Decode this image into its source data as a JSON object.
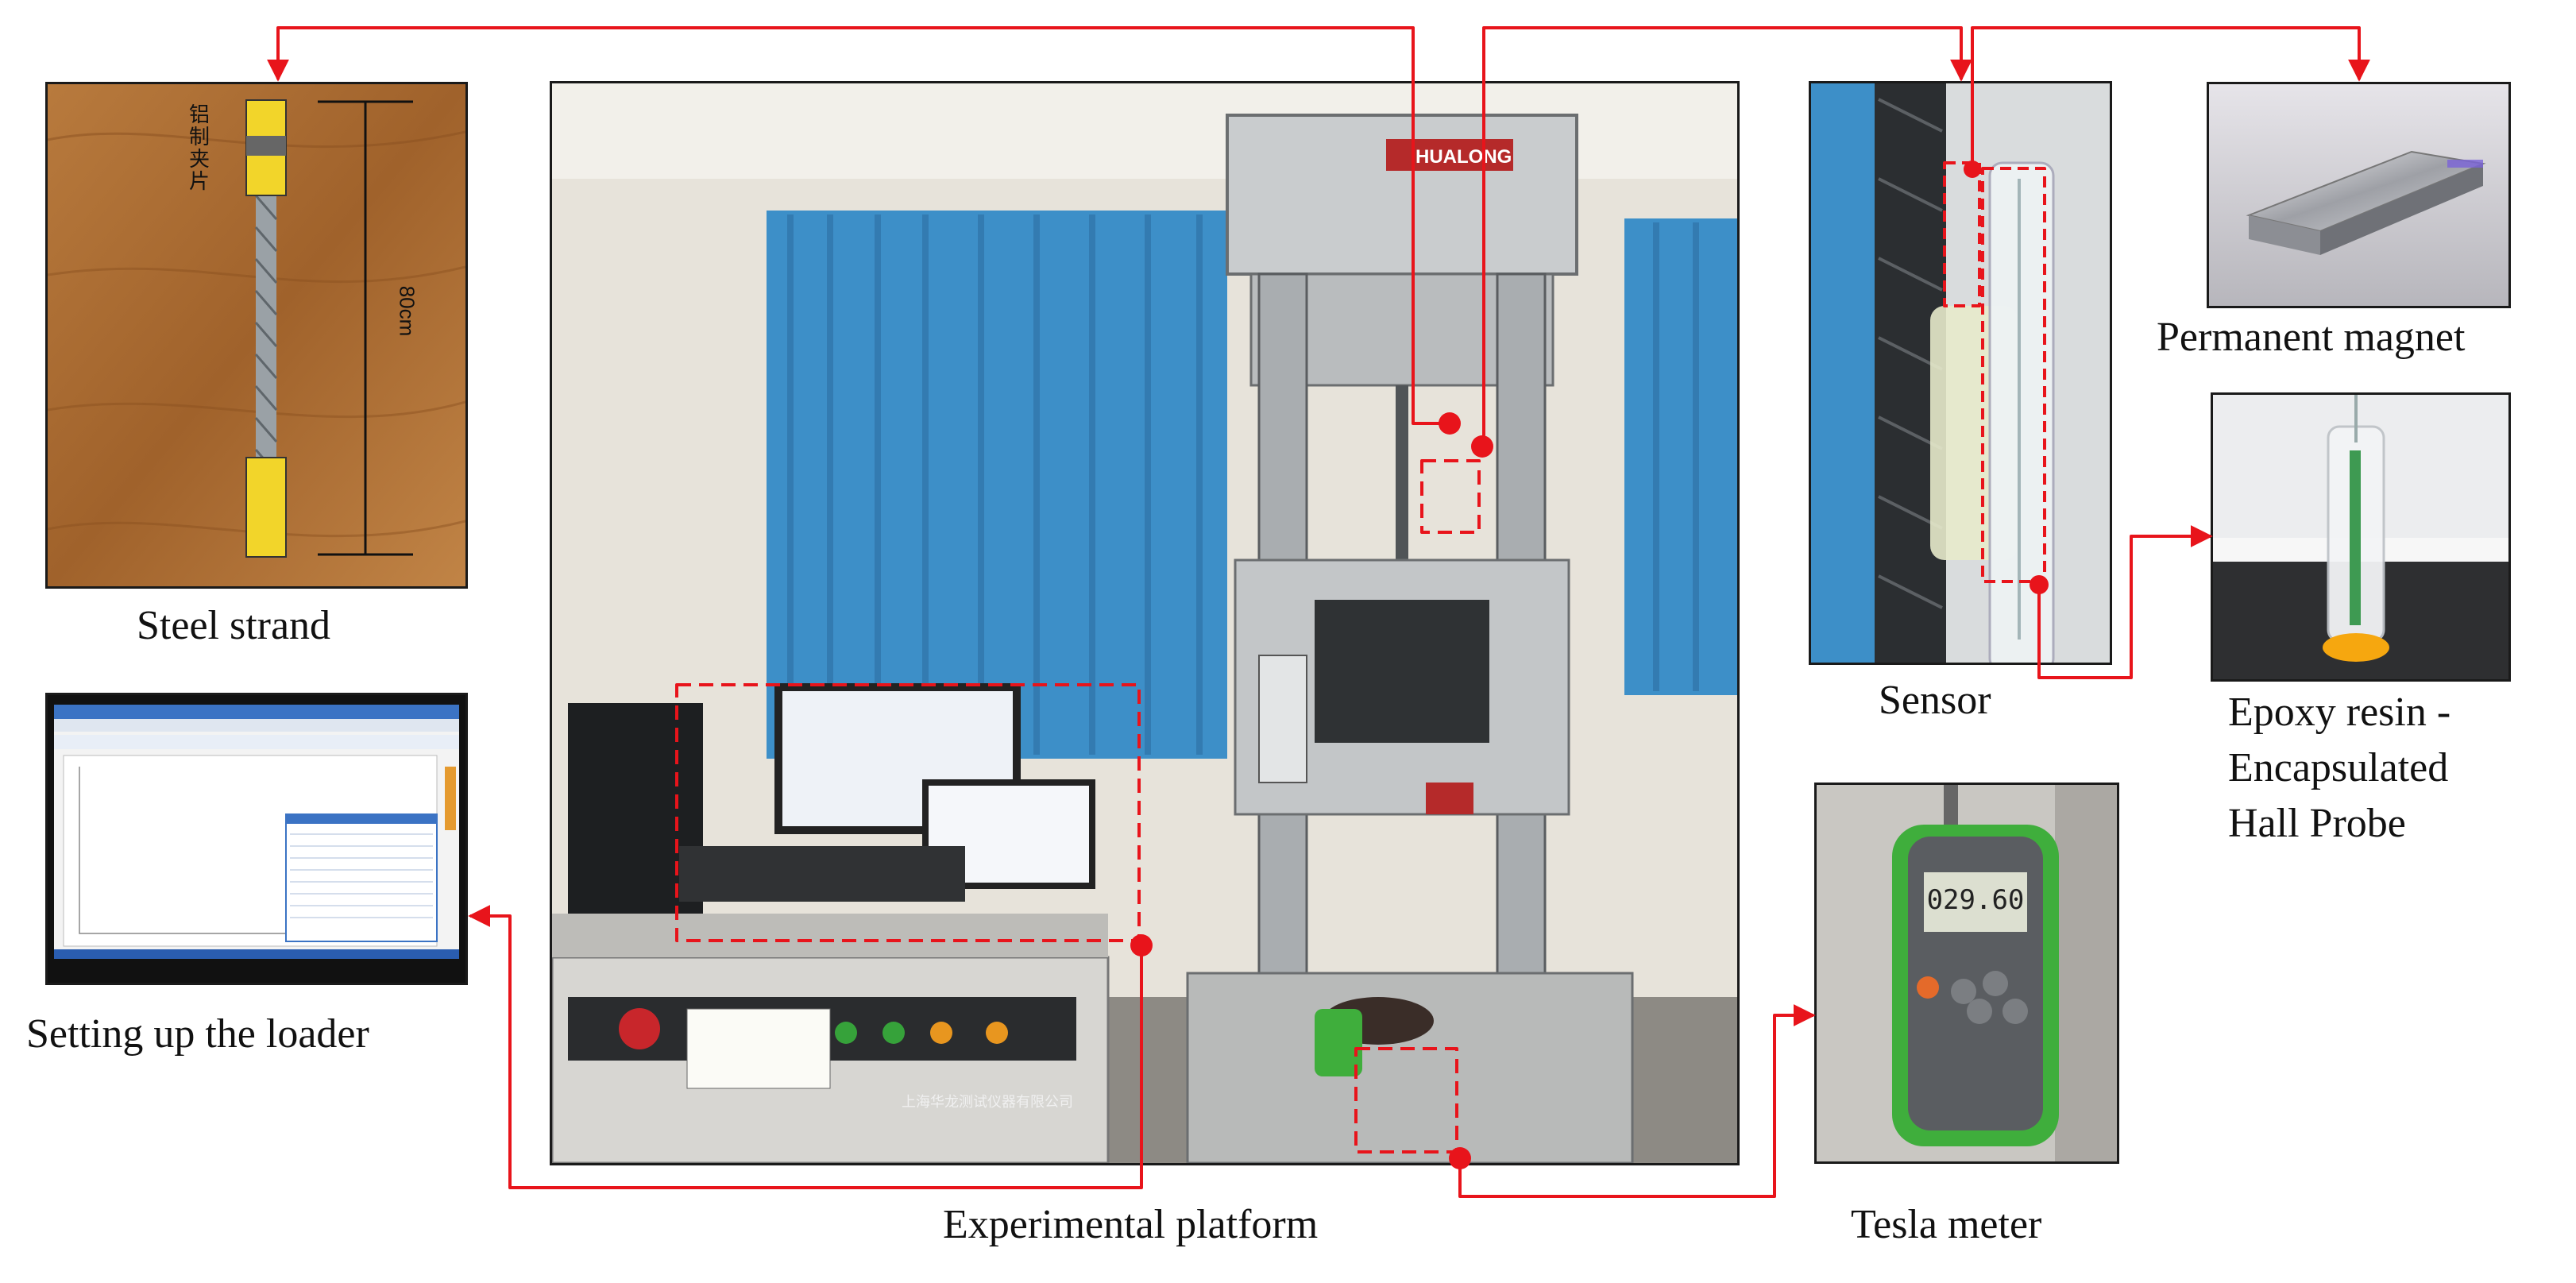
{
  "captions": {
    "steel_strand": "Steel strand",
    "setting_up_loader": "Setting up the loader",
    "experimental_platform": "Experimental platform",
    "sensor": "Sensor",
    "permanent_magnet": "Permanent magnet",
    "hall_probe": [
      "Epoxy resin -",
      "Encapsulated",
      "Hall Probe"
    ],
    "tesla_meter": "Tesla meter"
  },
  "photo_text": {
    "machine_brand": "HUALONG",
    "strand_length": "80cm",
    "clamp_label": "铝制夹片",
    "tesla_reading": "029.60",
    "control_panel_maker": "上海华龙测试仪器有限公司"
  },
  "colors": {
    "annotation": "#e8141b",
    "curtain": "#3d8fc8",
    "machine": "#c9ccce",
    "meter_case": "#3fae3c",
    "wood": "#a8662e"
  }
}
